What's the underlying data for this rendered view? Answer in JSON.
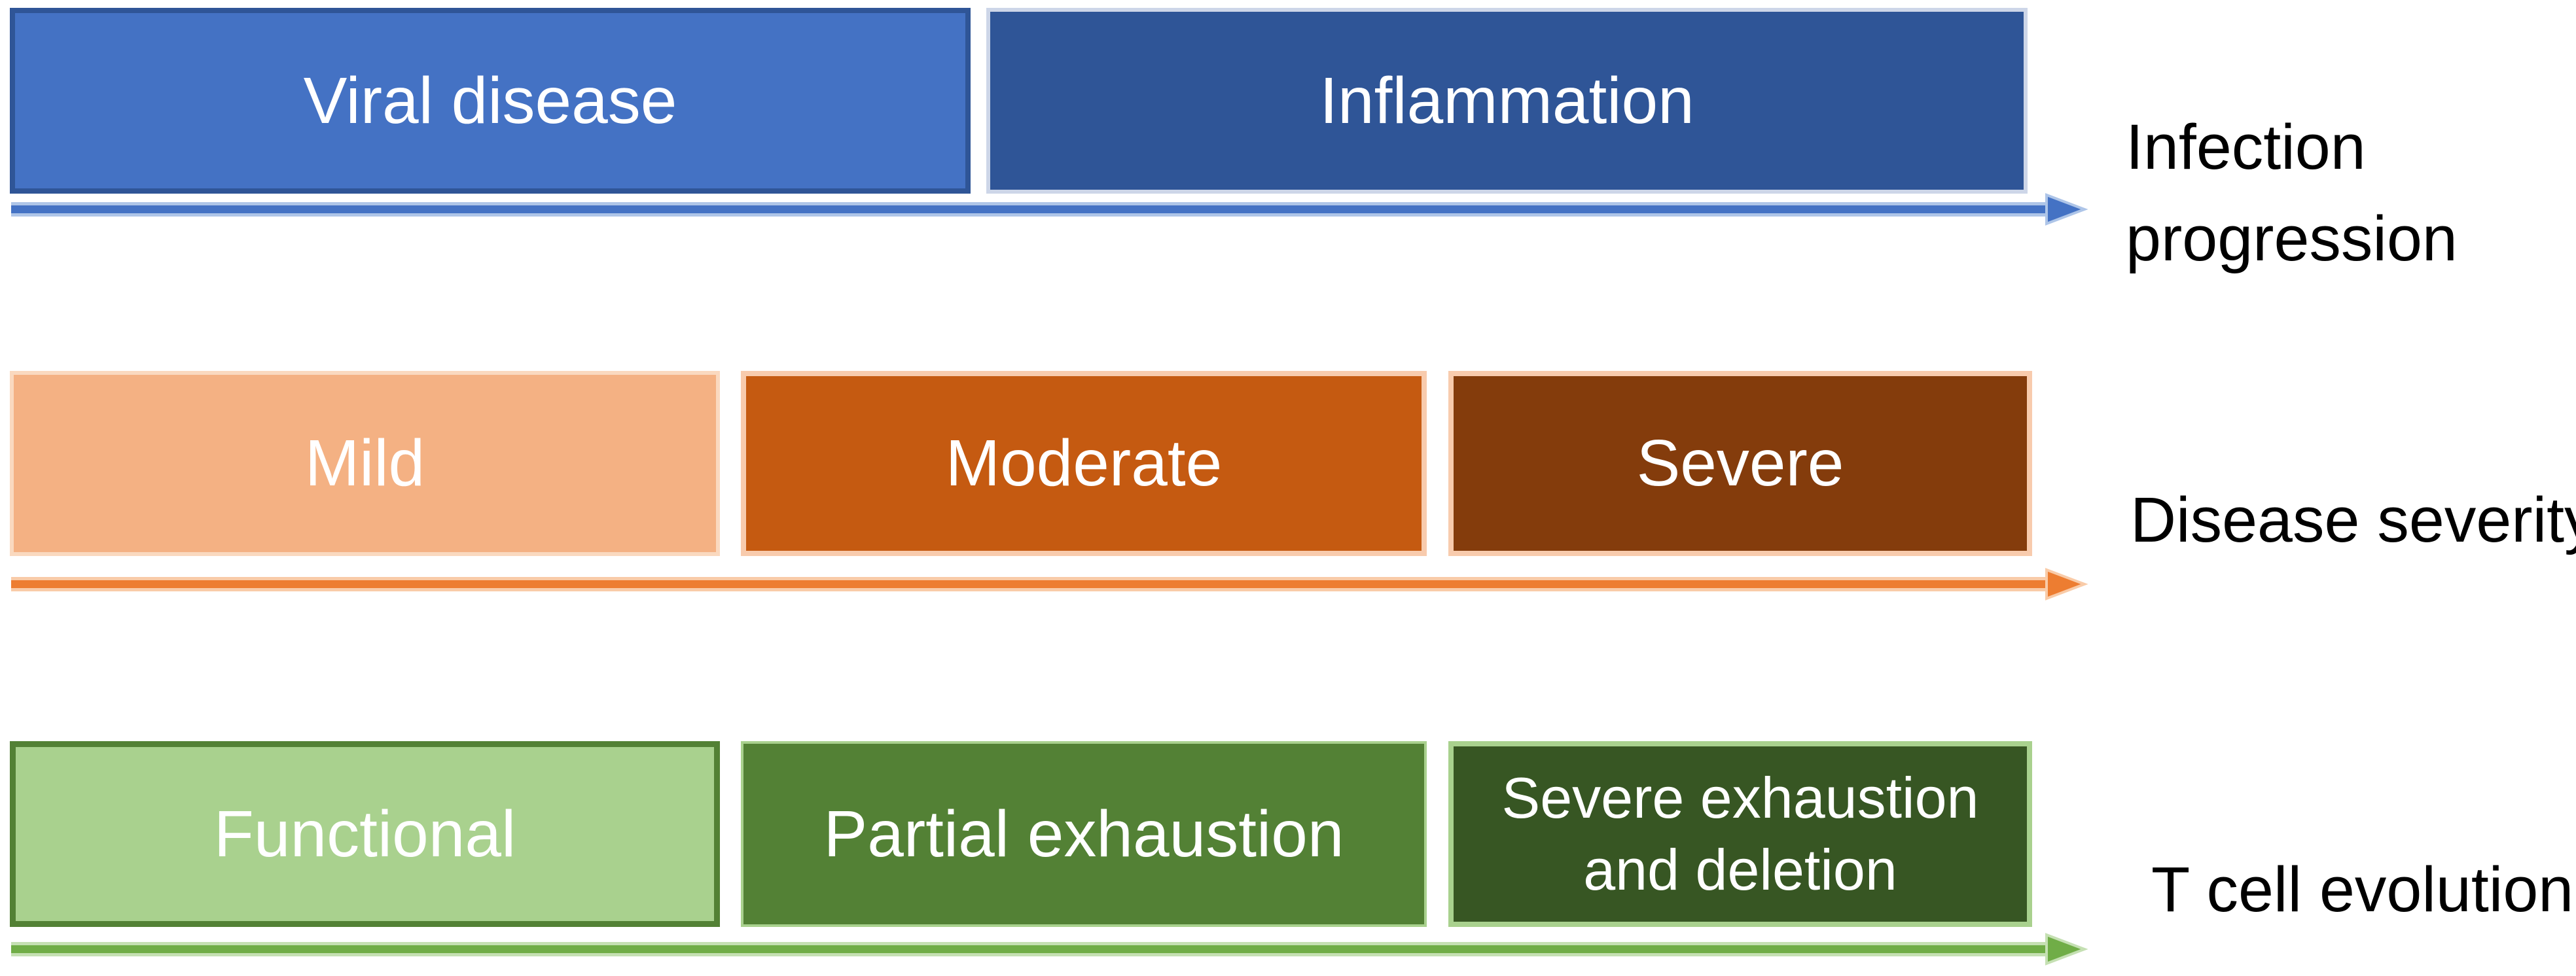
{
  "figure": {
    "background": "#ffffff",
    "text_color_boxes": "#ffffff",
    "text_color_labels": "#000000",
    "rows": [
      {
        "name": "infection-progression",
        "axis_label": "Infection progression",
        "arrow_color": "#4472C4",
        "arrow_halo": "#AEC5E8",
        "boxes": [
          {
            "label": "Viral disease",
            "fill": "#4472C4",
            "border": "#2F5597",
            "text_color": "#FFFFFF"
          },
          {
            "label": "Inflammation",
            "fill": "#2F5597",
            "border": "#CDD6E8",
            "text_color": "#FFFFFF"
          }
        ]
      },
      {
        "name": "disease-severity",
        "axis_label": "Disease severity",
        "arrow_color": "#ED7D31",
        "arrow_halo": "#F9CBA8",
        "boxes": [
          {
            "label": "Mild",
            "fill": "#F4B183",
            "border": "#FAD9BF",
            "text_color": "#FFFFFF"
          },
          {
            "label": "Moderate",
            "fill": "#C55A11",
            "border": "#F8CBAD",
            "text_color": "#FFFFFF"
          },
          {
            "label": "Severe",
            "fill": "#843C0C",
            "border": "#F8CBAD",
            "text_color": "#FFFFFF"
          }
        ]
      },
      {
        "name": "t-cell-evolution",
        "axis_label": "T cell evolution",
        "arrow_color": "#70AD47",
        "arrow_halo": "#C5E0B3",
        "boxes": [
          {
            "label": "Functional",
            "fill": "#A9D18E",
            "border": "#538135",
            "text_color": "#FFFFFF"
          },
          {
            "label": "Partial exhaustion",
            "fill": "#538135",
            "border": "#A9D18E",
            "text_color": "#FFFFFF"
          },
          {
            "label": "Severe exhaustion and deletion",
            "fill": "#375623",
            "border": "#A9D18E",
            "text_color": "#FFFFFF"
          }
        ]
      }
    ]
  }
}
